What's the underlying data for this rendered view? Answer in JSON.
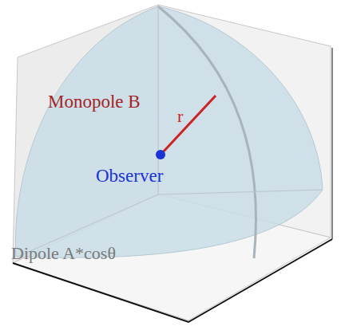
{
  "diagram": {
    "labels": [
      "Monopole B",
      "r",
      "Observer",
      "Dipole A*cosθ"
    ]
  }
}
